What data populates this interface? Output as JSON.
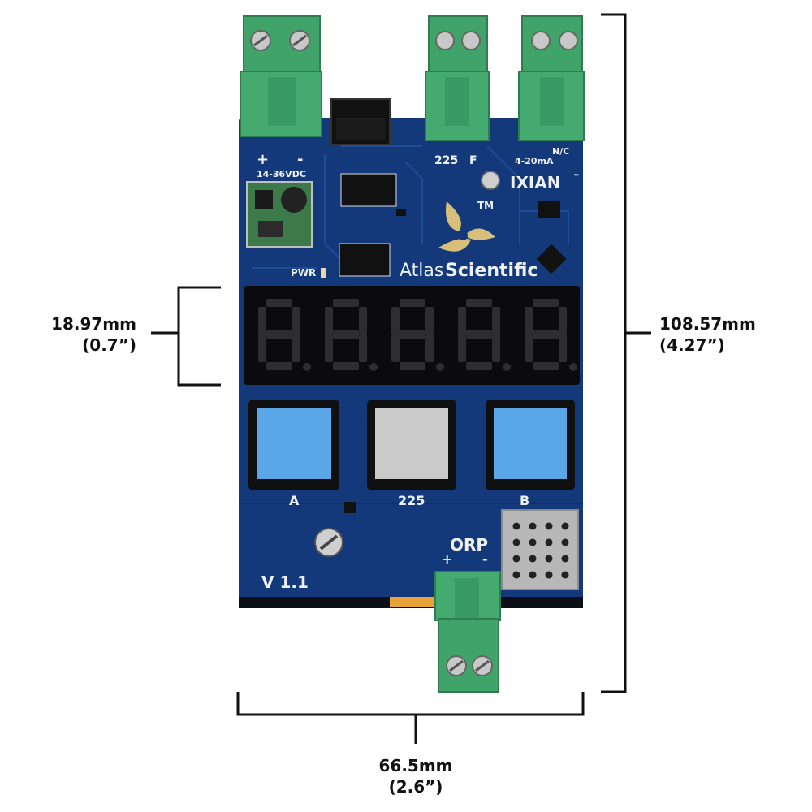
{
  "dimensions": {
    "height_display": {
      "mm": "18.97mm",
      "inch": "(0.7”)"
    },
    "height_total": {
      "mm": "108.57mm",
      "inch": "(4.27”)"
    },
    "width_total": {
      "mm": "66.5mm",
      "inch": "(2.6”)"
    }
  },
  "board": {
    "power_plus": "+",
    "power_minus": "-",
    "power_voltage": "14-36VDC",
    "output_225": "225",
    "output_f": "F",
    "output_4_20": "4-20mA",
    "output_nc": "N/C",
    "brand_ixian": "IXIAN",
    "brand_tm_small": "™",
    "logo_tm": "TM",
    "brand_atlas": "Atlas",
    "brand_scientific": "Scientific",
    "pwr_label": "PWR",
    "button_a_label": "A",
    "button_mid_label": "225",
    "button_b_label": "B",
    "probe_label": "ORP",
    "probe_plus": "+",
    "probe_minus": "-",
    "version": "V 1.1"
  },
  "colors": {
    "pcb": "#14397a",
    "terminal": "#3fa36a",
    "button_blue": "#5aa6e6",
    "button_grey": "#c9cac9"
  }
}
